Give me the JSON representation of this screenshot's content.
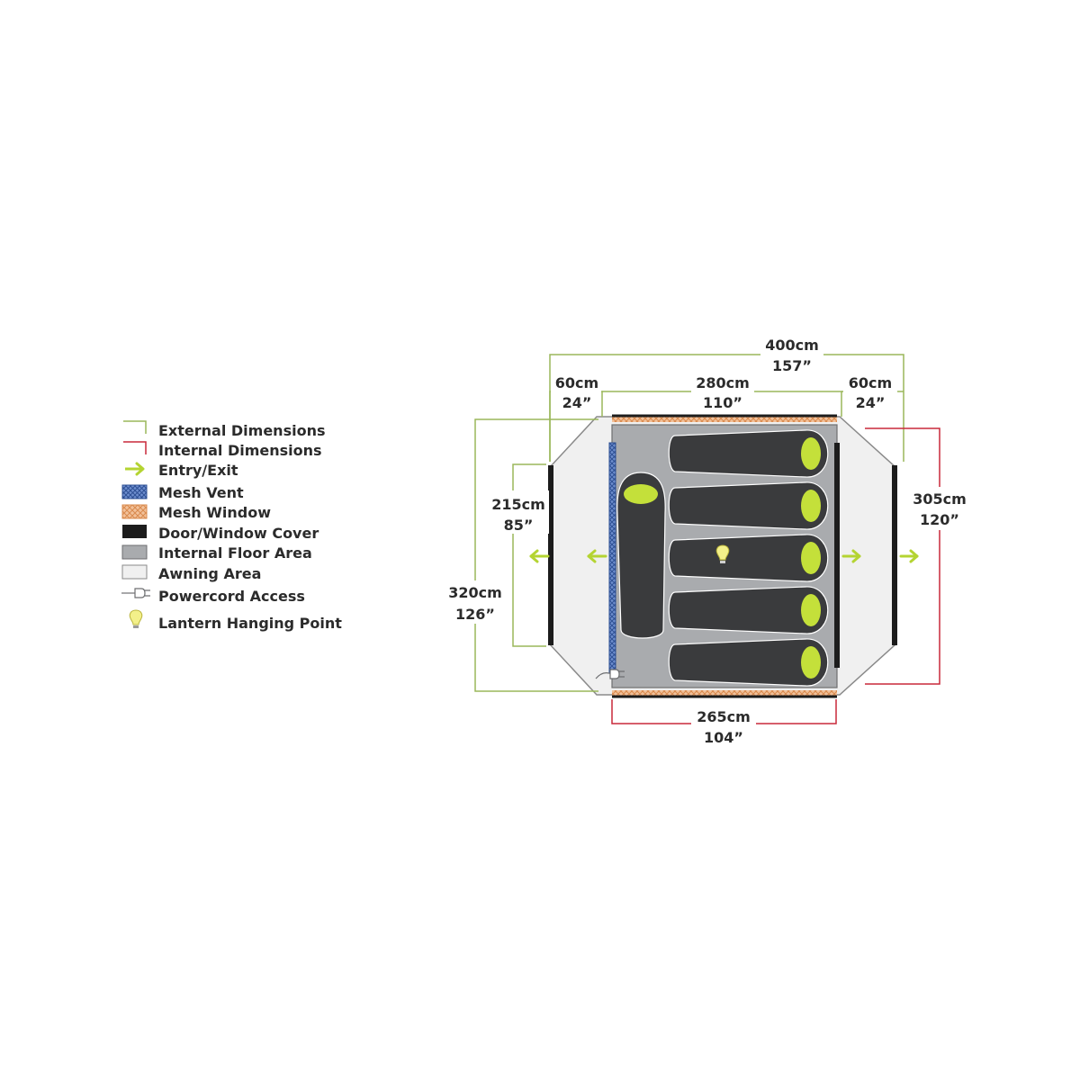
{
  "colors": {
    "external": "#9ab75a",
    "internal": "#c8283a",
    "entry": "#b4d432",
    "mesh_vent": "#3b62a8",
    "mesh_window": "#e8a06a",
    "door_cover": "#1c1c1c",
    "floor": "#a9abae",
    "awning": "#f0f0f0",
    "bag": "#3a3b3d",
    "pillow": "#c4e03a",
    "lantern": "#f3f08a"
  },
  "legend": [
    {
      "icon": "external-dimensions-icon",
      "label": "External Dimensions"
    },
    {
      "icon": "internal-dimensions-icon",
      "label": "Internal Dimensions"
    },
    {
      "icon": "entry-arrow-icon",
      "label": "Entry/Exit"
    },
    {
      "icon": "mesh-vent-icon",
      "label": "Mesh Vent"
    },
    {
      "icon": "mesh-window-icon",
      "label": "Mesh Window"
    },
    {
      "icon": "door-window-cover-icon",
      "label": "Door/Window Cover"
    },
    {
      "icon": "internal-floor-icon",
      "label": "Internal Floor Area"
    },
    {
      "icon": "awning-area-icon",
      "label": "Awning Area"
    },
    {
      "icon": "powercord-icon",
      "label": "Powercord Access"
    },
    {
      "icon": "lantern-icon",
      "label": "Lantern Hanging Point"
    }
  ],
  "dimensions": {
    "total_width": {
      "metric": "400cm",
      "imperial": "157”"
    },
    "left_awning": {
      "metric": "60cm",
      "imperial": "24”"
    },
    "inner_room": {
      "metric": "280cm",
      "imperial": "110”"
    },
    "right_awning": {
      "metric": "60cm",
      "imperial": "24”"
    },
    "door_height": {
      "metric": "215cm",
      "imperial": "85”"
    },
    "external_depth": {
      "metric": "320cm",
      "imperial": "126”"
    },
    "internal_depth": {
      "metric": "305cm",
      "imperial": "120”"
    },
    "internal_width": {
      "metric": "265cm",
      "imperial": "104”"
    }
  }
}
